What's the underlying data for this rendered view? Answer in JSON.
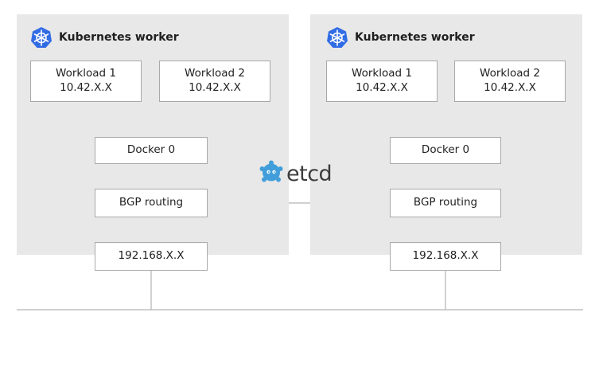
{
  "left_worker": {
    "title": "Kubernetes worker",
    "workload1": {
      "name": "Workload 1",
      "ip": "10.42.X.X"
    },
    "workload2": {
      "name": "Workload 2",
      "ip": "10.42.X.X"
    },
    "docker": "Docker 0",
    "bgp": "BGP routing",
    "host_ip": "192.168.X.X"
  },
  "right_worker": {
    "title": "Kubernetes worker",
    "workload1": {
      "name": "Workload 1",
      "ip": "10.42.X.X"
    },
    "workload2": {
      "name": "Workload 2",
      "ip": "10.42.X.X"
    },
    "docker": "Docker 0",
    "bgp": "BGP routing",
    "host_ip": "192.168.X.X"
  },
  "etcd_label": "etcd",
  "colors": {
    "panel": "#e8e8e8",
    "border": "#a9a9a9",
    "kubernetes_blue": "#326ce5",
    "etcd_blue": "#419eda"
  },
  "icons": {
    "worker": "kubernetes-helm-icon",
    "etcd": "etcd-icon"
  }
}
